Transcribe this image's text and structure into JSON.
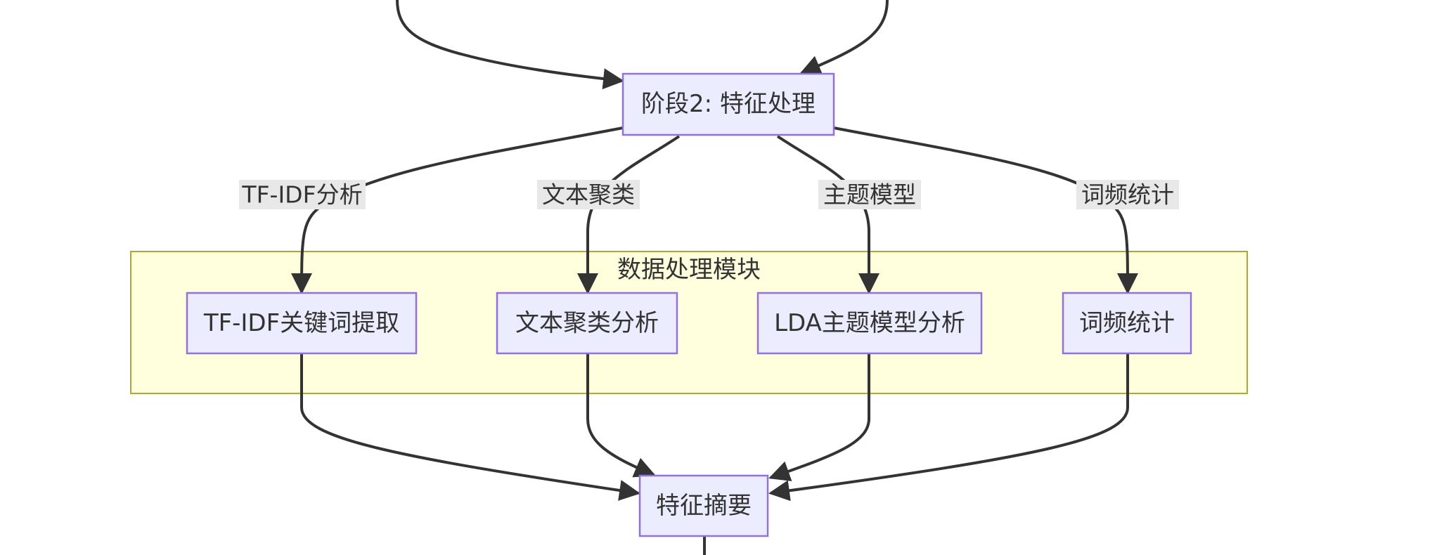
{
  "nodes": {
    "stage2": {
      "label": "阶段2: 特征处理"
    },
    "tfidf": {
      "label": "TF-IDF关键词提取"
    },
    "cluster": {
      "label": "文本聚类分析"
    },
    "lda": {
      "label": "LDA主题模型分析"
    },
    "freq": {
      "label": "词频统计"
    },
    "summary": {
      "label": "特征摘要"
    }
  },
  "cluster": {
    "label": "数据处理模块"
  },
  "edge_labels": {
    "tfidf": "TF-IDF分析",
    "cluster": "文本聚类",
    "lda": "主题模型",
    "freq": "词频统计"
  },
  "colors": {
    "node_fill": "#ECECFF",
    "node_stroke": "#9370DB",
    "cluster_fill": "#FFFFDE",
    "cluster_stroke": "#AAAA33",
    "edge": "#333333",
    "text": "#333333",
    "edge_label_bg": "#E8E8E8"
  }
}
